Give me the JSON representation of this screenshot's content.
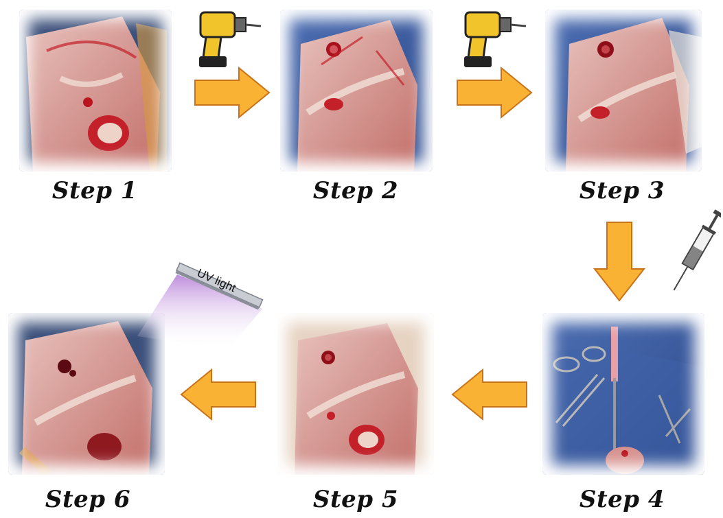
{
  "steps": [
    {
      "label": "Step 1"
    },
    {
      "label": "Step 2"
    },
    {
      "label": "Step 3"
    },
    {
      "label": "Step 4"
    },
    {
      "label": "Step 5"
    },
    {
      "label": "Step 6"
    }
  ],
  "uv_label": "UV light",
  "colors": {
    "arrow_fill": "#f9b233",
    "arrow_stroke": "#c8731a",
    "drill_body": "#f2c42c",
    "tissue": "#d9a3a0",
    "blood": "#c3202a",
    "drape": "#2b4a8a",
    "uv_glow": "#b58bd6"
  },
  "icons": [
    "drill-icon",
    "drill-icon",
    "syringe-icon",
    "uv-lamp-icon"
  ]
}
